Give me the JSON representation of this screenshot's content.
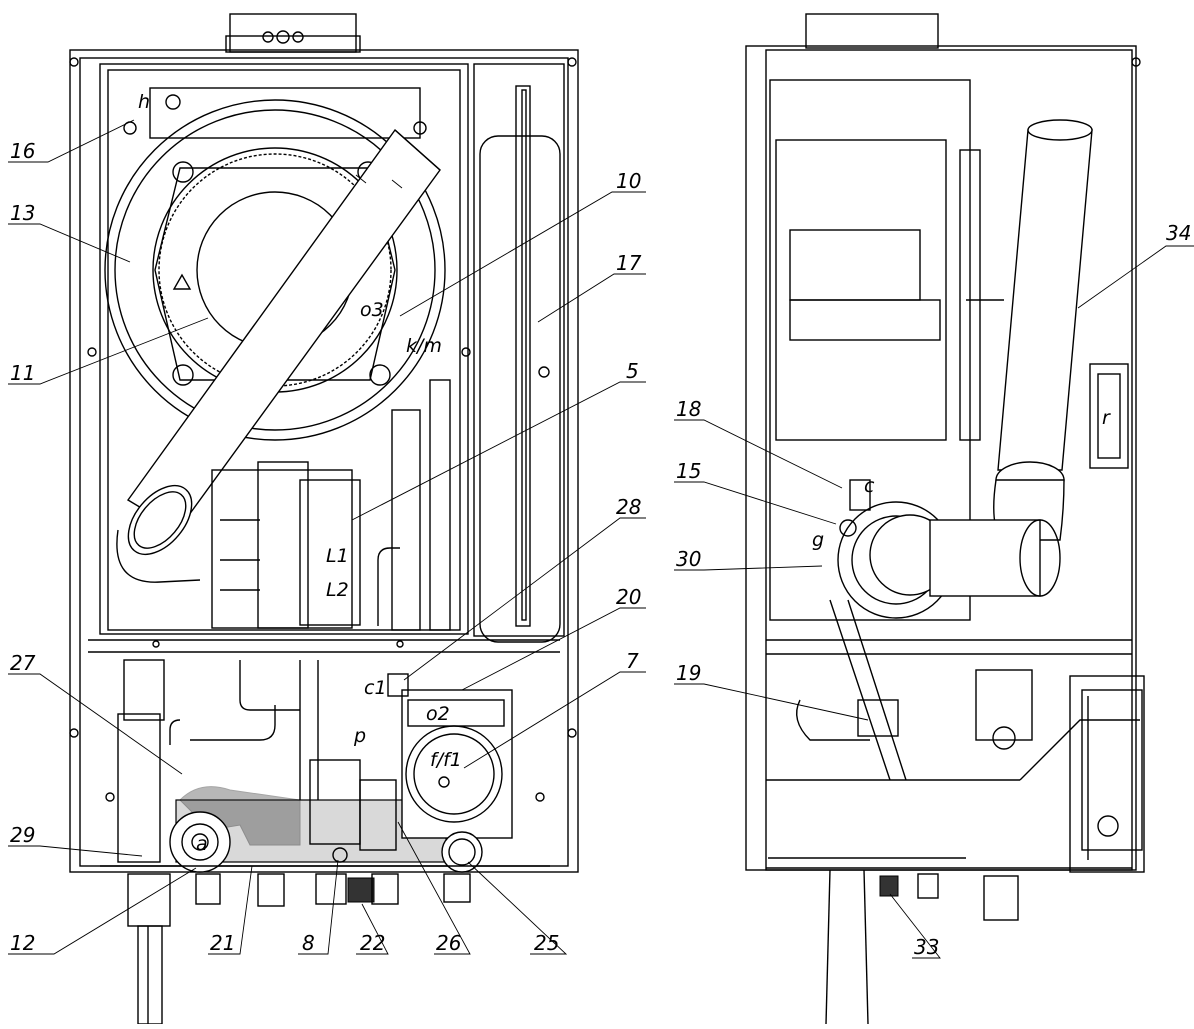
{
  "callouts": {
    "c16": "16",
    "c13": "13",
    "c11": "11",
    "c10": "10",
    "c17": "17",
    "c5": "5",
    "c28": "28",
    "c20": "20",
    "c7": "7",
    "c27": "27",
    "c29": "29",
    "c12": "12",
    "c21": "21",
    "c8": "8",
    "c22": "22",
    "c26": "26",
    "c25": "25",
    "c34": "34",
    "c18": "18",
    "c15": "15",
    "c30": "30",
    "c19": "19",
    "c33": "33"
  },
  "tags": {
    "h": "h",
    "o3": "o3",
    "km": "k/m",
    "L1": "L1",
    "L2": "L2",
    "c1": "c1",
    "o2": "o2",
    "p": "p",
    "ff1": "f/f1",
    "a": "a",
    "c": "c",
    "g": "g",
    "r": "r"
  }
}
